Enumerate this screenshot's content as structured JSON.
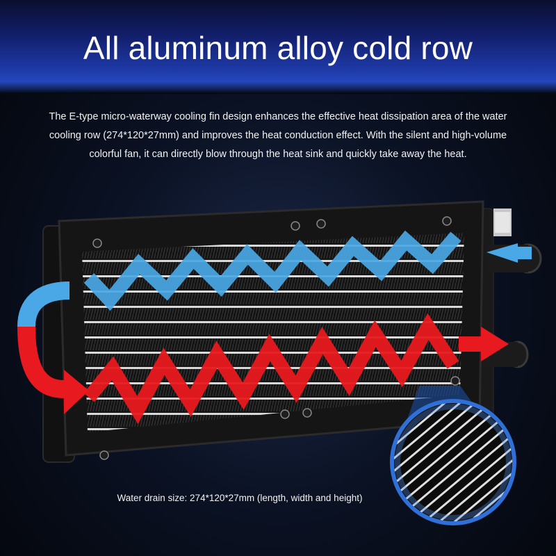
{
  "title": "All aluminum alloy cold row",
  "description": "The E-type micro-waterway cooling fin design enhances the effective heat dissipation area of the water cooling row (274*120*27mm) and improves the heat conduction effect. With the silent and high-volume colorful fan, it can directly blow through the heat sink and quickly take away the heat.",
  "caption": "Water drain size: 274*120*27mm (length, width and height)",
  "colors": {
    "cold": "#4aa8e6",
    "hot": "#e8191f",
    "banner": "#1e3aa8",
    "frame": "#141414"
  },
  "icons": [
    "radiator-image",
    "cold-flow-arrow",
    "hot-flow-arrow",
    "u-turn-arrow",
    "fin-zoom-lens"
  ]
}
